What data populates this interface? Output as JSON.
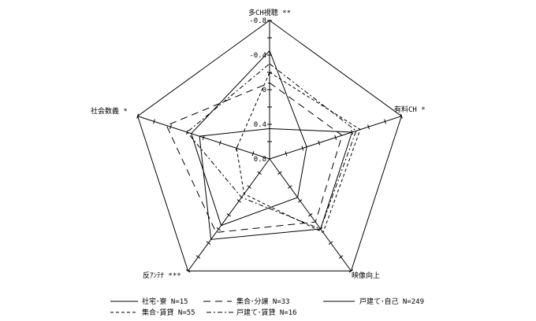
{
  "chart_data": {
    "type": "radar",
    "title": "",
    "axes": [
      "多CH視聴 **",
      "有料CH *",
      "映像向上",
      "反ｱﾝﾃﾅ ***",
      "社会数義 *"
    ],
    "radial_ticks": [
      "-0.8",
      "-0.4",
      "0",
      "0.4",
      "0.8"
    ],
    "rlim": [
      0.8,
      -0.8
    ],
    "grid": "spokes and outer pentagon with tick marks",
    "legend_position": "bottom",
    "series": [
      {
        "name": "社宅･寮 N=15",
        "style": "solid",
        "values": [
          -0.45,
          0.35,
          0.25,
          -0.15,
          -0.15
        ]
      },
      {
        "name": "集合･分譲 N=33",
        "style": "longdash",
        "values": [
          -0.08,
          -0.08,
          -0.1,
          -0.25,
          -0.45
        ]
      },
      {
        "name": "戸建て･自己 N=249",
        "style": "solid",
        "values": [
          0.45,
          -0.2,
          -0.2,
          -0.35,
          -0.05
        ]
      },
      {
        "name": "集合･賃貸 N=55",
        "style": "shortdash",
        "values": [
          -0.2,
          -0.3,
          -0.25,
          0.3,
          0.4
        ]
      },
      {
        "name": "戸建て･賃貸 N=16",
        "style": "dashdot",
        "values": [
          -0.3,
          -0.25,
          -0.2,
          0.25,
          -0.2
        ]
      }
    ]
  }
}
